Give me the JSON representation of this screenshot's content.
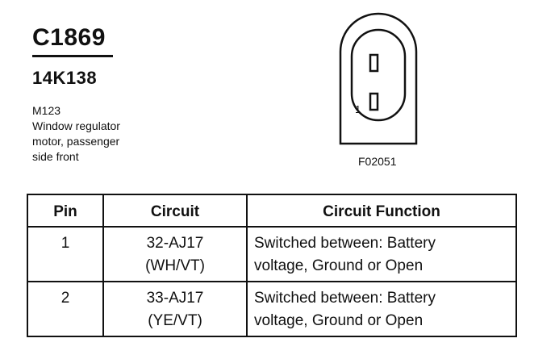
{
  "header": {
    "code": "C1869",
    "part_number": "14K138",
    "description_lines": [
      "M123",
      "Window regulator",
      "motor, passenger",
      "side front"
    ]
  },
  "connector": {
    "pin_label": "1",
    "figure_id": "F02051"
  },
  "table": {
    "columns": [
      "Pin",
      "Circuit",
      "Circuit Function"
    ],
    "rows": [
      {
        "pin": "1",
        "circuit": [
          "32-AJ17",
          "(WH/VT)"
        ],
        "function": [
          "Switched between: Battery",
          "voltage, Ground or Open"
        ]
      },
      {
        "pin": "2",
        "circuit": [
          "33-AJ17",
          "(YE/VT)"
        ],
        "function": [
          "Switched between: Battery",
          "voltage, Ground or Open"
        ]
      }
    ]
  }
}
